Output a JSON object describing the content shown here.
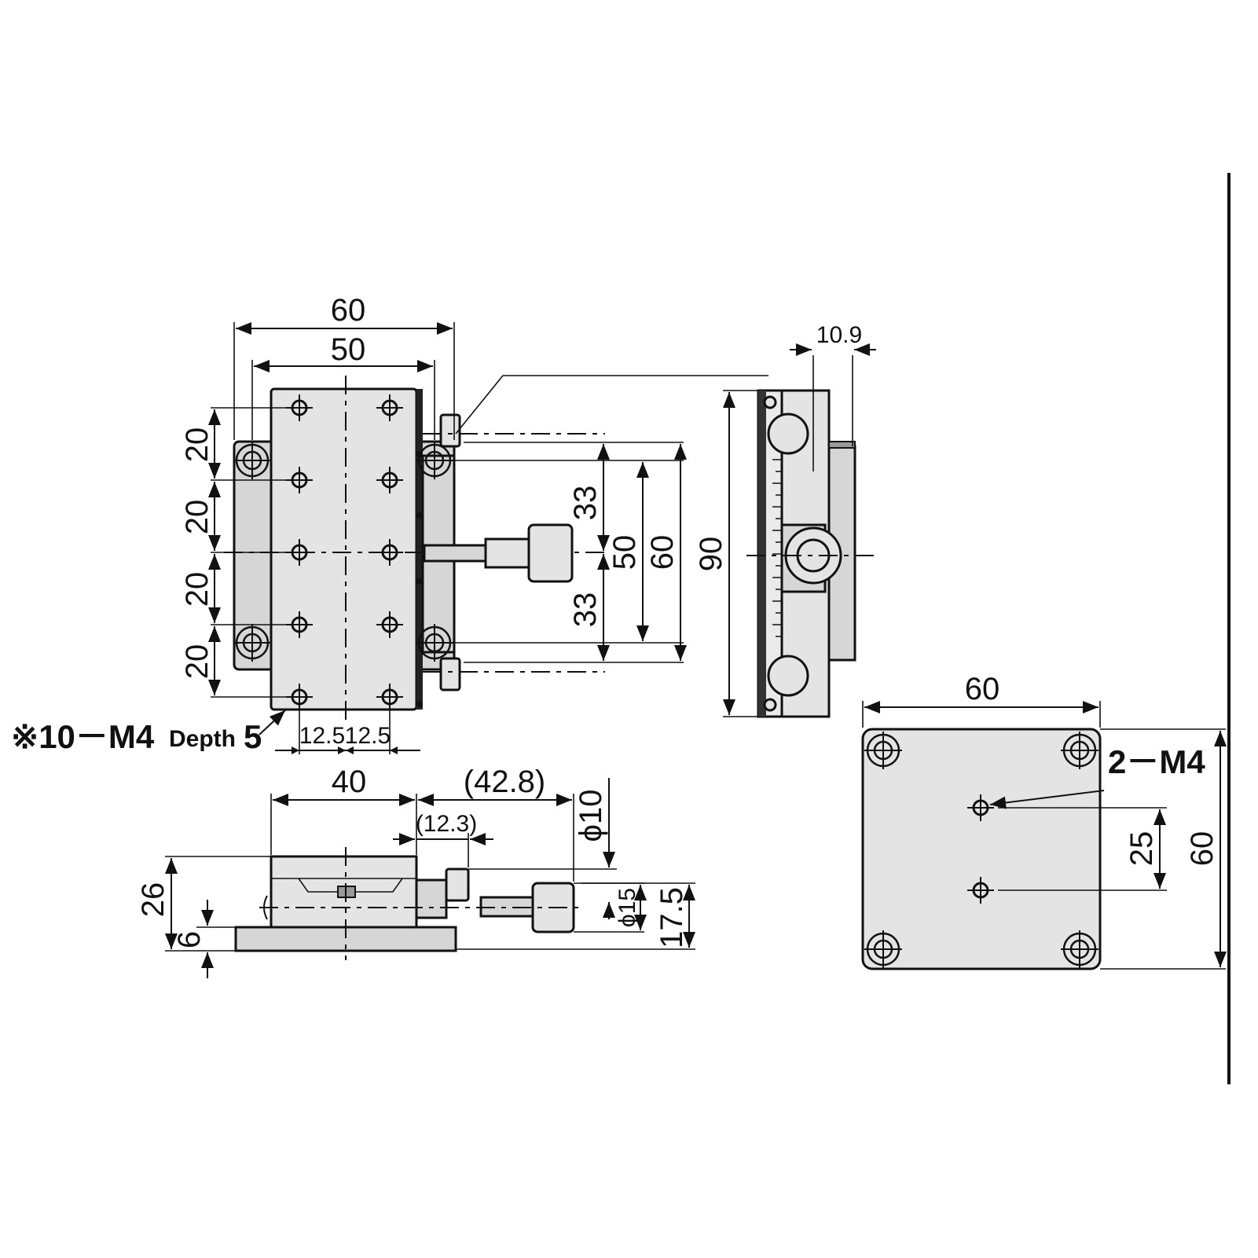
{
  "top_view": {
    "width_outer": "60",
    "width_inner": "50",
    "pitch_1": "20",
    "pitch_2": "20",
    "pitch_3": "20",
    "pitch_4": "20",
    "half_left": "12.5",
    "half_right": "12.5",
    "note_main": "※10－M4",
    "note_depth": "Depth",
    "note_depth_value": "5",
    "mount_33_top": "33",
    "mount_33_bottom": "33",
    "mount_50": "50",
    "mount_60": "60",
    "length_90": "90"
  },
  "side_view": {
    "dim_10_9": "10.9"
  },
  "front_view": {
    "width_40": "40",
    "reach_42_8": "(42.8)",
    "reach_12_3": "(12.3)",
    "height_26": "26",
    "height_6": "6",
    "dia_10": "ϕ10",
    "dia_15": "ϕ15",
    "height_17_5": "17.5"
  },
  "bottom_view": {
    "width_60": "60",
    "height_60": "60",
    "pitch_25": "25",
    "note_2m4": "2－M4"
  }
}
